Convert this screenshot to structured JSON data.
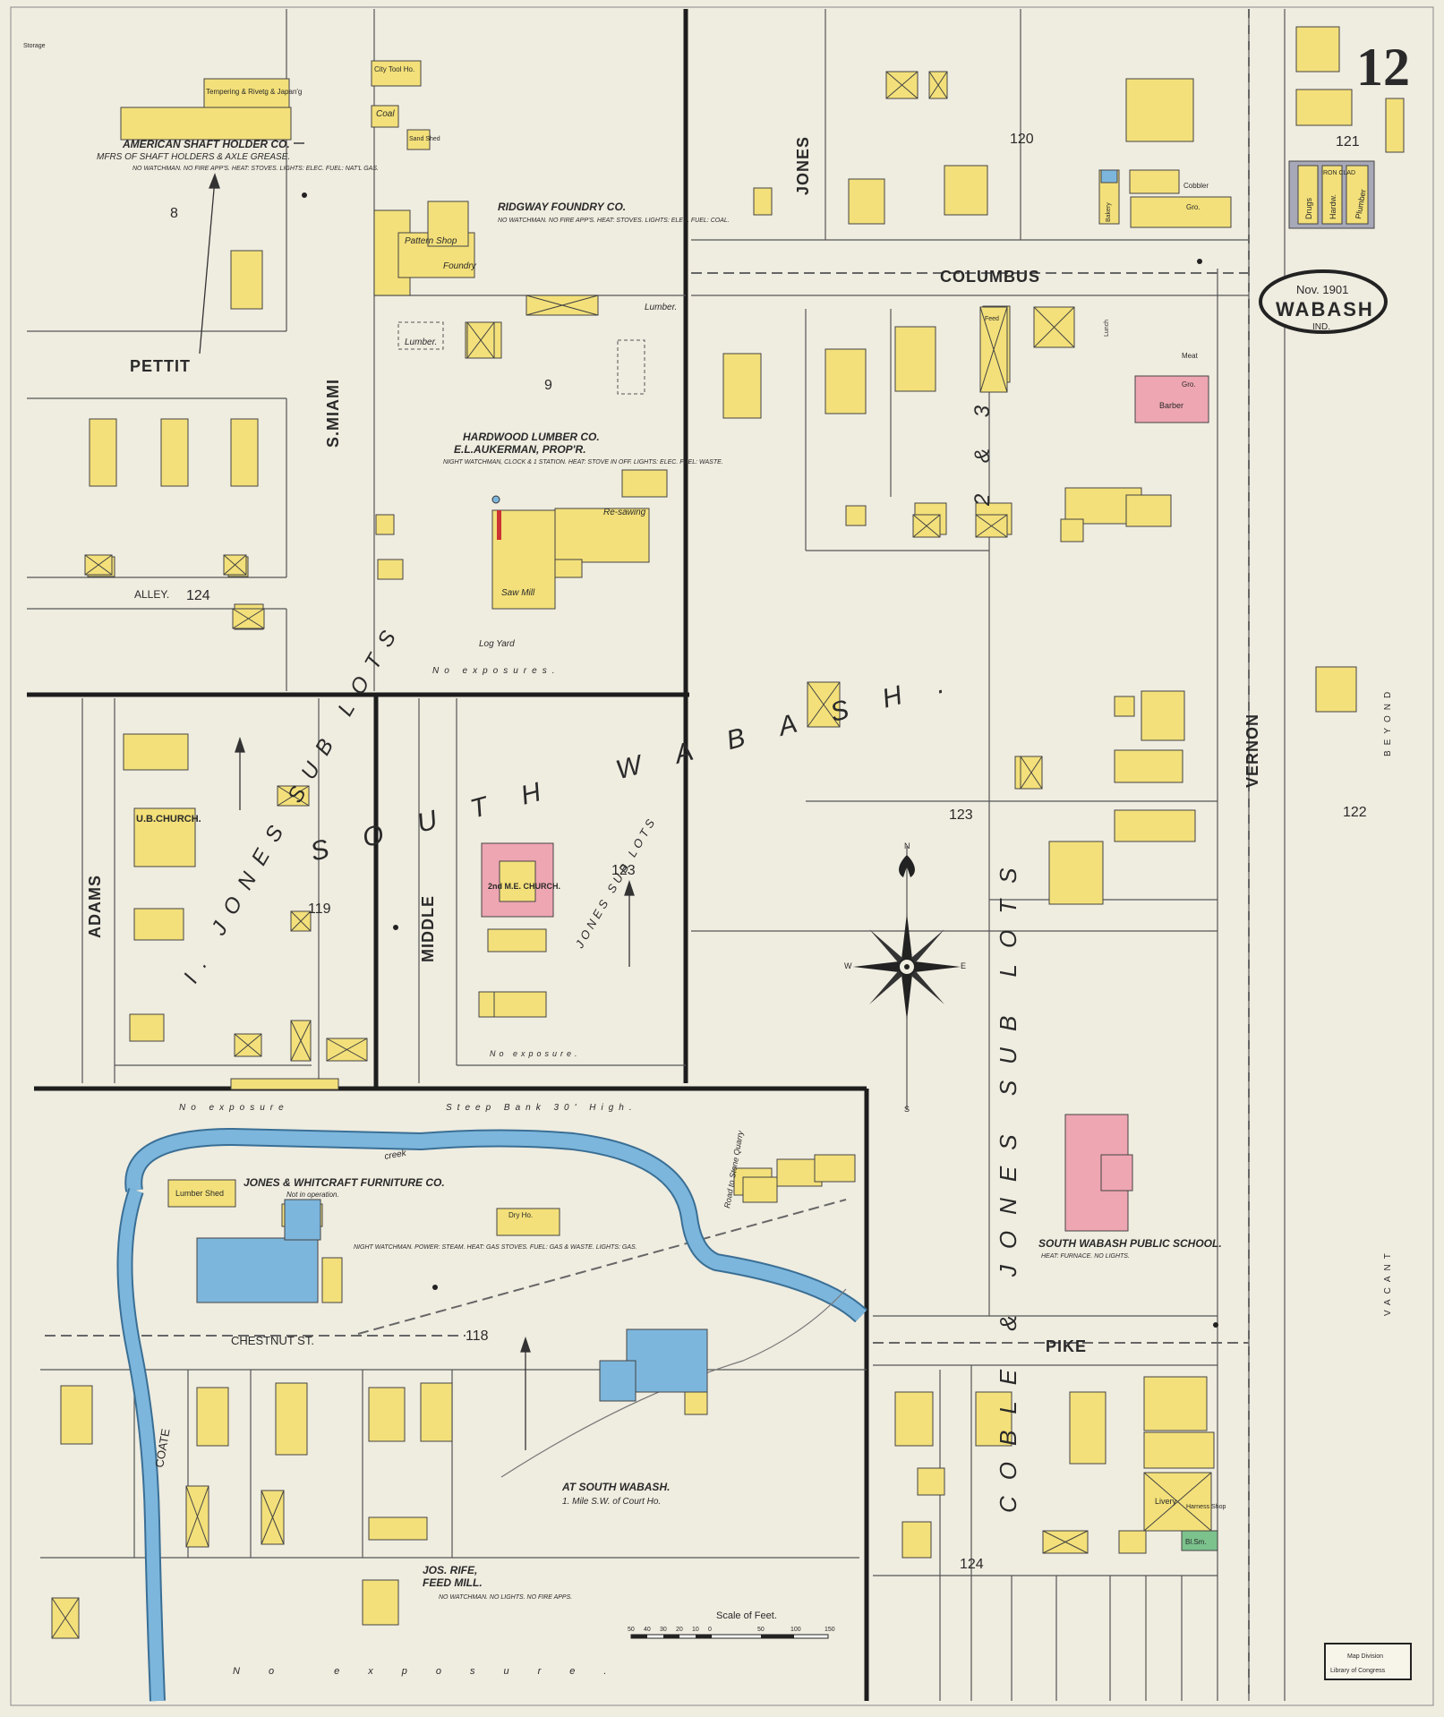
{
  "sheet": {
    "number": "12",
    "date": "Nov. 1901",
    "city": "WABASH",
    "state": "IND.",
    "stamp_line1": "Map Division",
    "stamp_line2": "Library of Congress"
  },
  "streets": {
    "columbus": "COLUMBUS",
    "pettit": "PETTIT",
    "s_miami": "S.MIAMI",
    "jones": "JONES",
    "vernon": "VERNON",
    "adams": "ADAMS",
    "middle": "MIDDLE",
    "pike": "PIKE",
    "chestnut": "CHESTNUT ST.",
    "coate": "COATE",
    "alley": "ALLEY.",
    "south_wabash": "SOUTH WABASH."
  },
  "blocks": {
    "b8": "8",
    "b9": "9",
    "b118": "118",
    "b119": "119",
    "b120": "120",
    "b121": "121",
    "b122": "122",
    "b123a": "123",
    "b123b": "123",
    "b124a": "124",
    "b124b": "124"
  },
  "subdivisions": {
    "jones_sub_lots_a": "I. JONES SUB LOTS",
    "jones_sub_lots_b": "JONES SUB LOTS",
    "coble_jones": "COBLE & JONES SUB LOTS",
    "sub_lots_2_3": "2 & 3"
  },
  "businesses": {
    "shaft_holder_1": "AMERICAN SHAFT HOLDER CO.",
    "shaft_holder_2": "MFRS OF SHAFT HOLDERS & AXLE GREASE.",
    "shaft_holder_note": "NO WATCHMAN. NO FIRE APP'S. HEAT: STOVES. LIGHTS: ELEC. FUEL: NAT'L GAS.",
    "ridgway": "RIDGWAY FOUNDRY CO.",
    "ridgway_note": "NO WATCHMAN. NO FIRE APP'S. HEAT: STOVES. LIGHTS: ELEC. FUEL: COAL.",
    "hardwood_1": "HARDWOOD LUMBER CO.",
    "hardwood_2": "E.L.AUKERMAN, PROP'R.",
    "hardwood_note": "NIGHT WATCHMAN, CLOCK & 1 STATION. HEAT: STOVE IN OFF. LIGHTS: ELEC. FUEL: WASTE.",
    "furniture": "JONES & WHITCRAFT FURNITURE CO.",
    "furniture_note": "NIGHT WATCHMAN. POWER: STEAM. HEAT: GAS STOVES. FUEL: GAS & WASTE. LIGHTS: GAS.",
    "feed_mill_1": "JOS. RIFE,",
    "feed_mill_2": "FEED MILL.",
    "feed_mill_note": "NO WATCHMAN. NO LIGHTS. NO FIRE APPS.",
    "school": "SOUTH WABASH PUBLIC SCHOOL.",
    "school_note": "HEAT: FURNACE. NO LIGHTS.",
    "ub_church": "U.B.CHURCH.",
    "me_church": "2nd M.E. CHURCH.",
    "at_south_wabash_1": "AT SOUTH WABASH.",
    "at_south_wabash_2": "1. Mile S.W. of Court Ho."
  },
  "labels": {
    "lumber": "Lumber.",
    "lumber2": "Lumber.",
    "lumber_shed": "Lumber Shed",
    "saw_mill": "Saw Mill",
    "resawing": "Re-sawing",
    "log_yard": "Log Yard",
    "foundry": "Foundry",
    "pattern_shop": "Pattern Shop",
    "city_tool": "City Tool Ho.",
    "coal": "Coal",
    "sand_shed": "Sand Shed",
    "tempering": "Tempering & Rivetg & Japan'g",
    "storage": "Storage",
    "meat": "Meat",
    "gro": "Gro.",
    "barber": "Barber",
    "bakery": "Bakery",
    "cobbler": "Cobbler",
    "gro2": "Gro.",
    "drugs": "Drugs",
    "hardw": "Hardw.",
    "plumber": "Plumber",
    "iron_clad": "IRON CLAD",
    "feed": "Feed",
    "lunch": "Lunch",
    "dry_ho": "Dry Ho.",
    "livery": "Livery",
    "harness": "Harness Shop",
    "bl_sm": "Bl.Sm.",
    "vacant": "VACANT",
    "beyond": "BEYOND",
    "creek": "creek",
    "no_exposures": "No exposures.",
    "no_exposure": "No exposure",
    "steep_bank": "Steep Bank 30' High.",
    "no_exposure_bottom": "No exposure.",
    "no_exposure_mid": "No exposure.",
    "road_quarry": "Road to Stone Quarry",
    "not_in_op": "Not in operation.",
    "scale": "Scale of Feet.",
    "compass_n": "N",
    "compass_s": "S",
    "compass_e": "E",
    "compass_w": "W"
  },
  "scale_ticks": [
    "50",
    "40",
    "30",
    "20",
    "10",
    "0",
    "50",
    "100",
    "150"
  ],
  "colors": {
    "paper": "#efece0",
    "frame": "#1d1d1d",
    "frame_building": "#f3e07a",
    "brick_building": "#eea6b2",
    "stone_building": "#7db6dc",
    "creek": "#7db6dc",
    "special": "#7bc28c"
  }
}
